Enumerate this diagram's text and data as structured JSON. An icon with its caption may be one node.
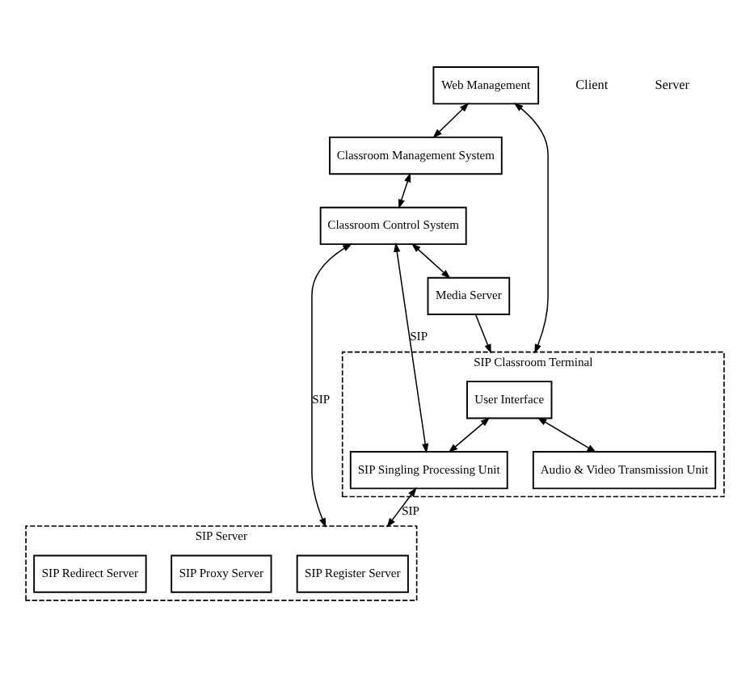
{
  "diagram": {
    "nodes": [
      {
        "text": [
          "Web Management"
        ]
      },
      {
        "text": [
          "Classroom Management System"
        ]
      },
      {
        "text": [
          "Classroom Control System"
        ]
      },
      {
        "text": [
          "SIP Classroom Terminal"
        ]
      },
      {
        "text": [
          "User Interface"
        ],
        "in": 3
      },
      {
        "text": [
          "SIP Singling Processing Unit"
        ],
        "in": 3
      },
      {
        "text": [
          "Audio & Video Transmission Unit"
        ],
        "in": 3
      },
      {
        "text": [
          "Media Server"
        ]
      },
      {
        "text": [
          "SIP Server"
        ]
      },
      {
        "text": [
          "SIP Register Server"
        ],
        "in": 8
      },
      {
        "text": [
          "SIP Proxy Server"
        ],
        "in": 8
      },
      {
        "text": [
          "SIP Redirect Server"
        ],
        "in": 8
      }
    ],
    "edges": [
      {
        "from": 0,
        "to": 1,
        "arrow": "both"
      },
      {
        "from": 0,
        "to": 3,
        "arrow": "both"
      },
      {
        "from": 1,
        "to": 2,
        "arrow": "both"
      },
      {
        "from": 2,
        "to": 5,
        "arrow": "both",
        "label": "SIP"
      },
      {
        "from": 2,
        "to": 7,
        "arrow": "both"
      },
      {
        "from": 2,
        "to": 8,
        "arrow": "both",
        "label": "SIP"
      },
      {
        "from": 7,
        "to": 3,
        "arrow": "to"
      },
      {
        "from": 4,
        "to": 5,
        "arrow": "both"
      },
      {
        "from": 5,
        "to": 8,
        "arrow": "both",
        "label": "SIP"
      },
      {
        "from": 4,
        "to": 6,
        "arrow": "both"
      }
    ],
    "labels": [
      "Client",
      "Server"
    ]
  }
}
